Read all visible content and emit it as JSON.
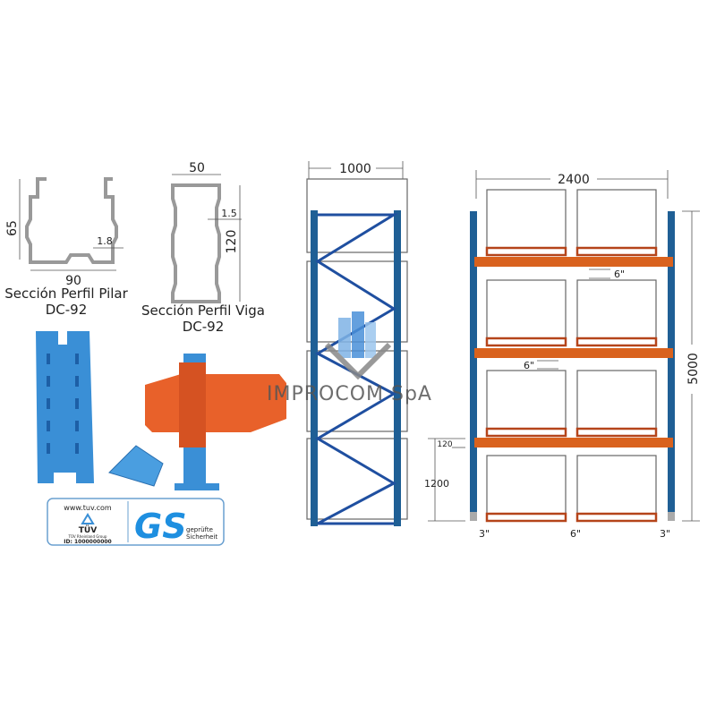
{
  "pilar": {
    "height": "65",
    "width": "90",
    "thickness": "1.8",
    "caption_line1": "Sección Perfil Pilar",
    "caption_line2": "DC-92"
  },
  "viga": {
    "width": "50",
    "thickness": "1.5",
    "height": "120",
    "caption_line1": "Sección Perfil Viga",
    "caption_line2": "DC-92"
  },
  "certs": {
    "tuv_url": "www.tuv.com",
    "tuv_name": "TÜV",
    "tuv_group": "TÜV Rheinland Group",
    "tuv_id": "ID: 1000000000",
    "gs": "GS",
    "gs_text1": "geprüfte",
    "gs_text2": "Sicherheit"
  },
  "frame": {
    "depth": "1000"
  },
  "logo": {
    "text": "IMPROCOM SpA"
  },
  "rack": {
    "width": "2400",
    "height": "5000",
    "gap_top": "6\"",
    "gap_mid": "6\"",
    "beam_height": "120",
    "first_level": "1200",
    "bottom_left": "3\"",
    "bottom_mid": "6\"",
    "bottom_right": "3\""
  },
  "colors": {
    "upright": "#1f5f95",
    "beam": "#d9621e",
    "part_blue": "#3a8fd6"
  }
}
